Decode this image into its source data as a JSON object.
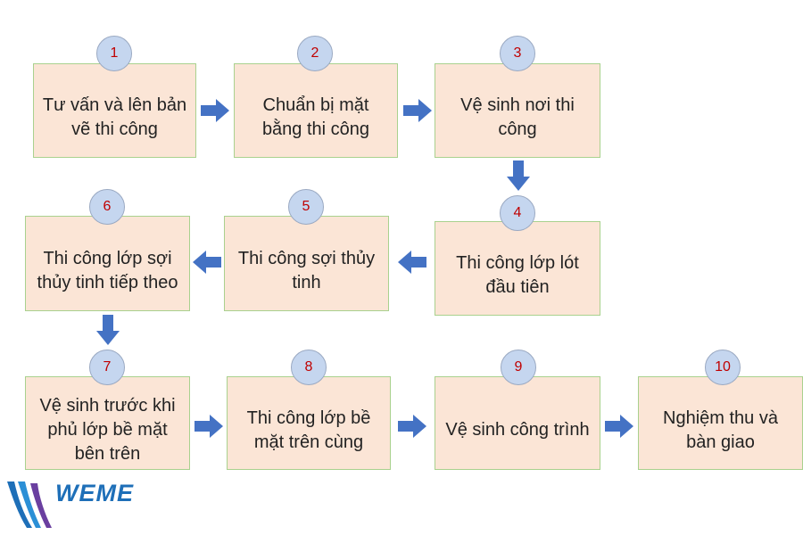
{
  "diagram": {
    "steps": [
      {
        "number": "1",
        "label": "Tư vấn và lên bản vẽ thi công"
      },
      {
        "number": "2",
        "label": "Chuẩn  bị mặt bằng thi công"
      },
      {
        "number": "3",
        "label": "Vệ sinh nơi thi công"
      },
      {
        "number": "4",
        "label": "Thi công lớp lót đầu tiên"
      },
      {
        "number": "5",
        "label": "Thi công sợi thủy tinh"
      },
      {
        "number": "6",
        "label": "Thi công lớp sợi thủy tinh tiếp theo"
      },
      {
        "number": "7",
        "label": "Vệ sinh trước khi phủ lớp bề mặt bên trên"
      },
      {
        "number": "8",
        "label": "Thi công lớp bề mặt trên cùng"
      },
      {
        "number": "9",
        "label": "Vệ sinh công trình"
      },
      {
        "number": "10",
        "label": "Nghiệm  thu và bàn giao"
      }
    ],
    "colors": {
      "box_fill": "#fbe5d6",
      "box_border": "#a9d18e",
      "badge_fill": "#c5d6ef",
      "badge_text": "#c00000",
      "arrow": "#4472c4"
    }
  },
  "logo": {
    "text": "WEME",
    "color": "#1e6fb8"
  }
}
